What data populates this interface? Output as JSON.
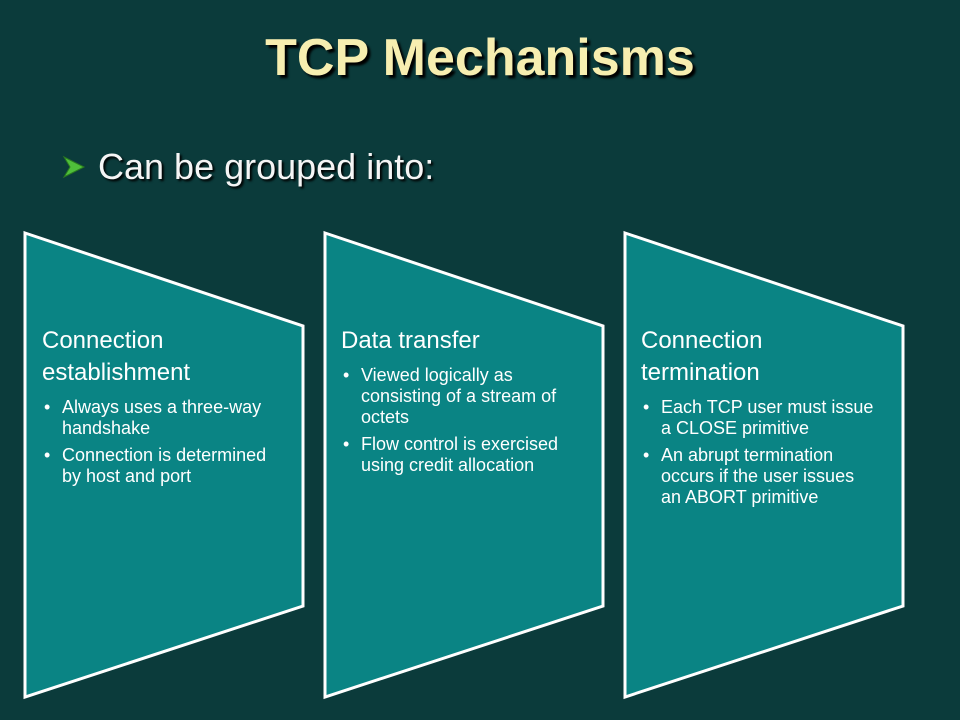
{
  "slide": {
    "title": "TCP Mechanisms",
    "intro": "Can be grouped into:"
  },
  "panels": [
    {
      "heading": "Connection establishment",
      "bullets": [
        "Always uses a three-way handshake",
        "Connection is determined by host and port"
      ]
    },
    {
      "heading": "Data transfer",
      "bullets": [
        "Viewed logically as consisting of a stream of octets",
        "Flow control is exercised using credit allocation"
      ]
    },
    {
      "heading": "Connection termination",
      "bullets": [
        "Each TCP user must issue a CLOSE primitive",
        "An abrupt termination occurs if the user issues an ABORT primitive"
      ]
    }
  ],
  "colors": {
    "background": "#0b3b3b",
    "panel_fill": "#0a8484",
    "panel_border": "#ffffff",
    "title": "#f7eeb0",
    "arrow_bullet": "#4fbf3a"
  }
}
